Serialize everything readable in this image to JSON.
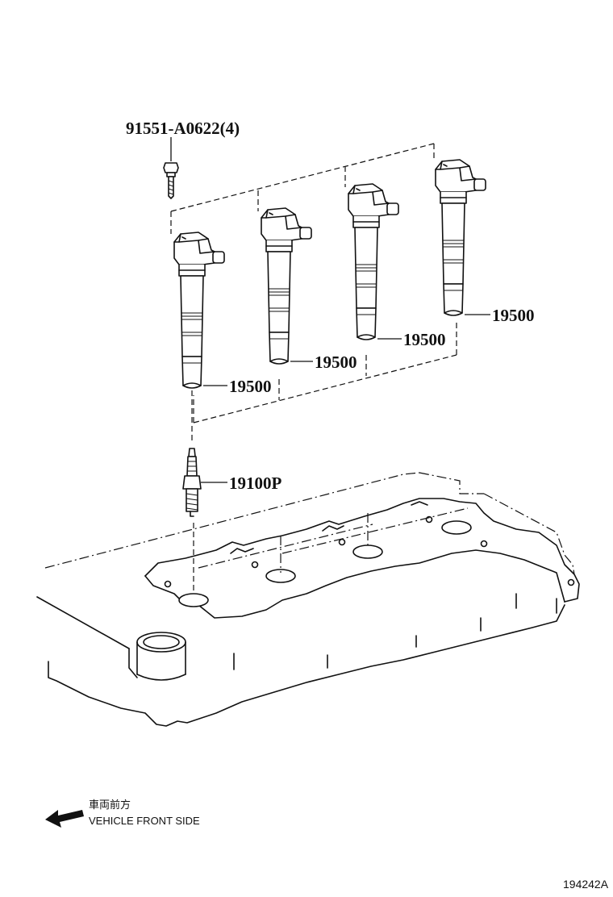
{
  "parts": {
    "bolt": "91551-A0622(4)",
    "coil_1": "19500",
    "coil_2": "19500",
    "coil_3": "19500",
    "coil_4": "19500",
    "spark_plug": "19100P"
  },
  "direction": {
    "jp_label": "車両前方",
    "en_label": "VEHICLE FRONT SIDE",
    "arrow_icon": "left-arrow-icon"
  },
  "illustration_number": "194242A"
}
